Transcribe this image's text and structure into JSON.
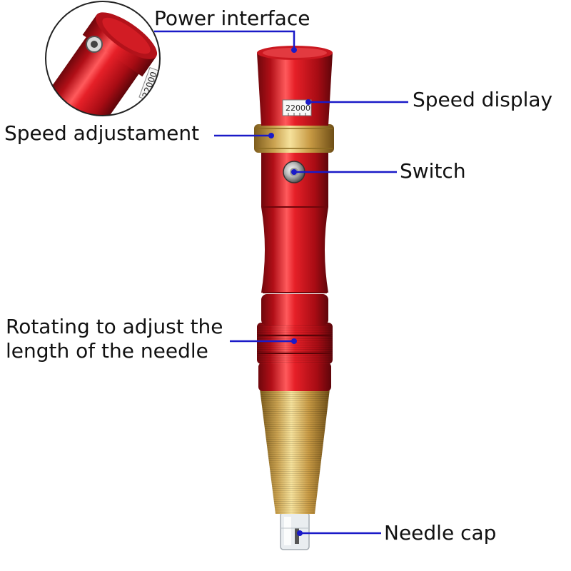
{
  "labels": {
    "power_interface": "Power interface",
    "speed_display": "Speed display",
    "speed_adjustment": "Speed adjustament",
    "switch": "Switch",
    "rotate_line1": "Rotating to adjust the",
    "rotate_line2": "length of the needle",
    "needle_cap": "Needle cap"
  },
  "device": {
    "speed_readout": "22000",
    "inset_readout": "22000"
  },
  "colors": {
    "leader_line": "#1a1ac8",
    "body_red": "#c8141c",
    "gold": "#d9b24a",
    "text": "#111111"
  }
}
